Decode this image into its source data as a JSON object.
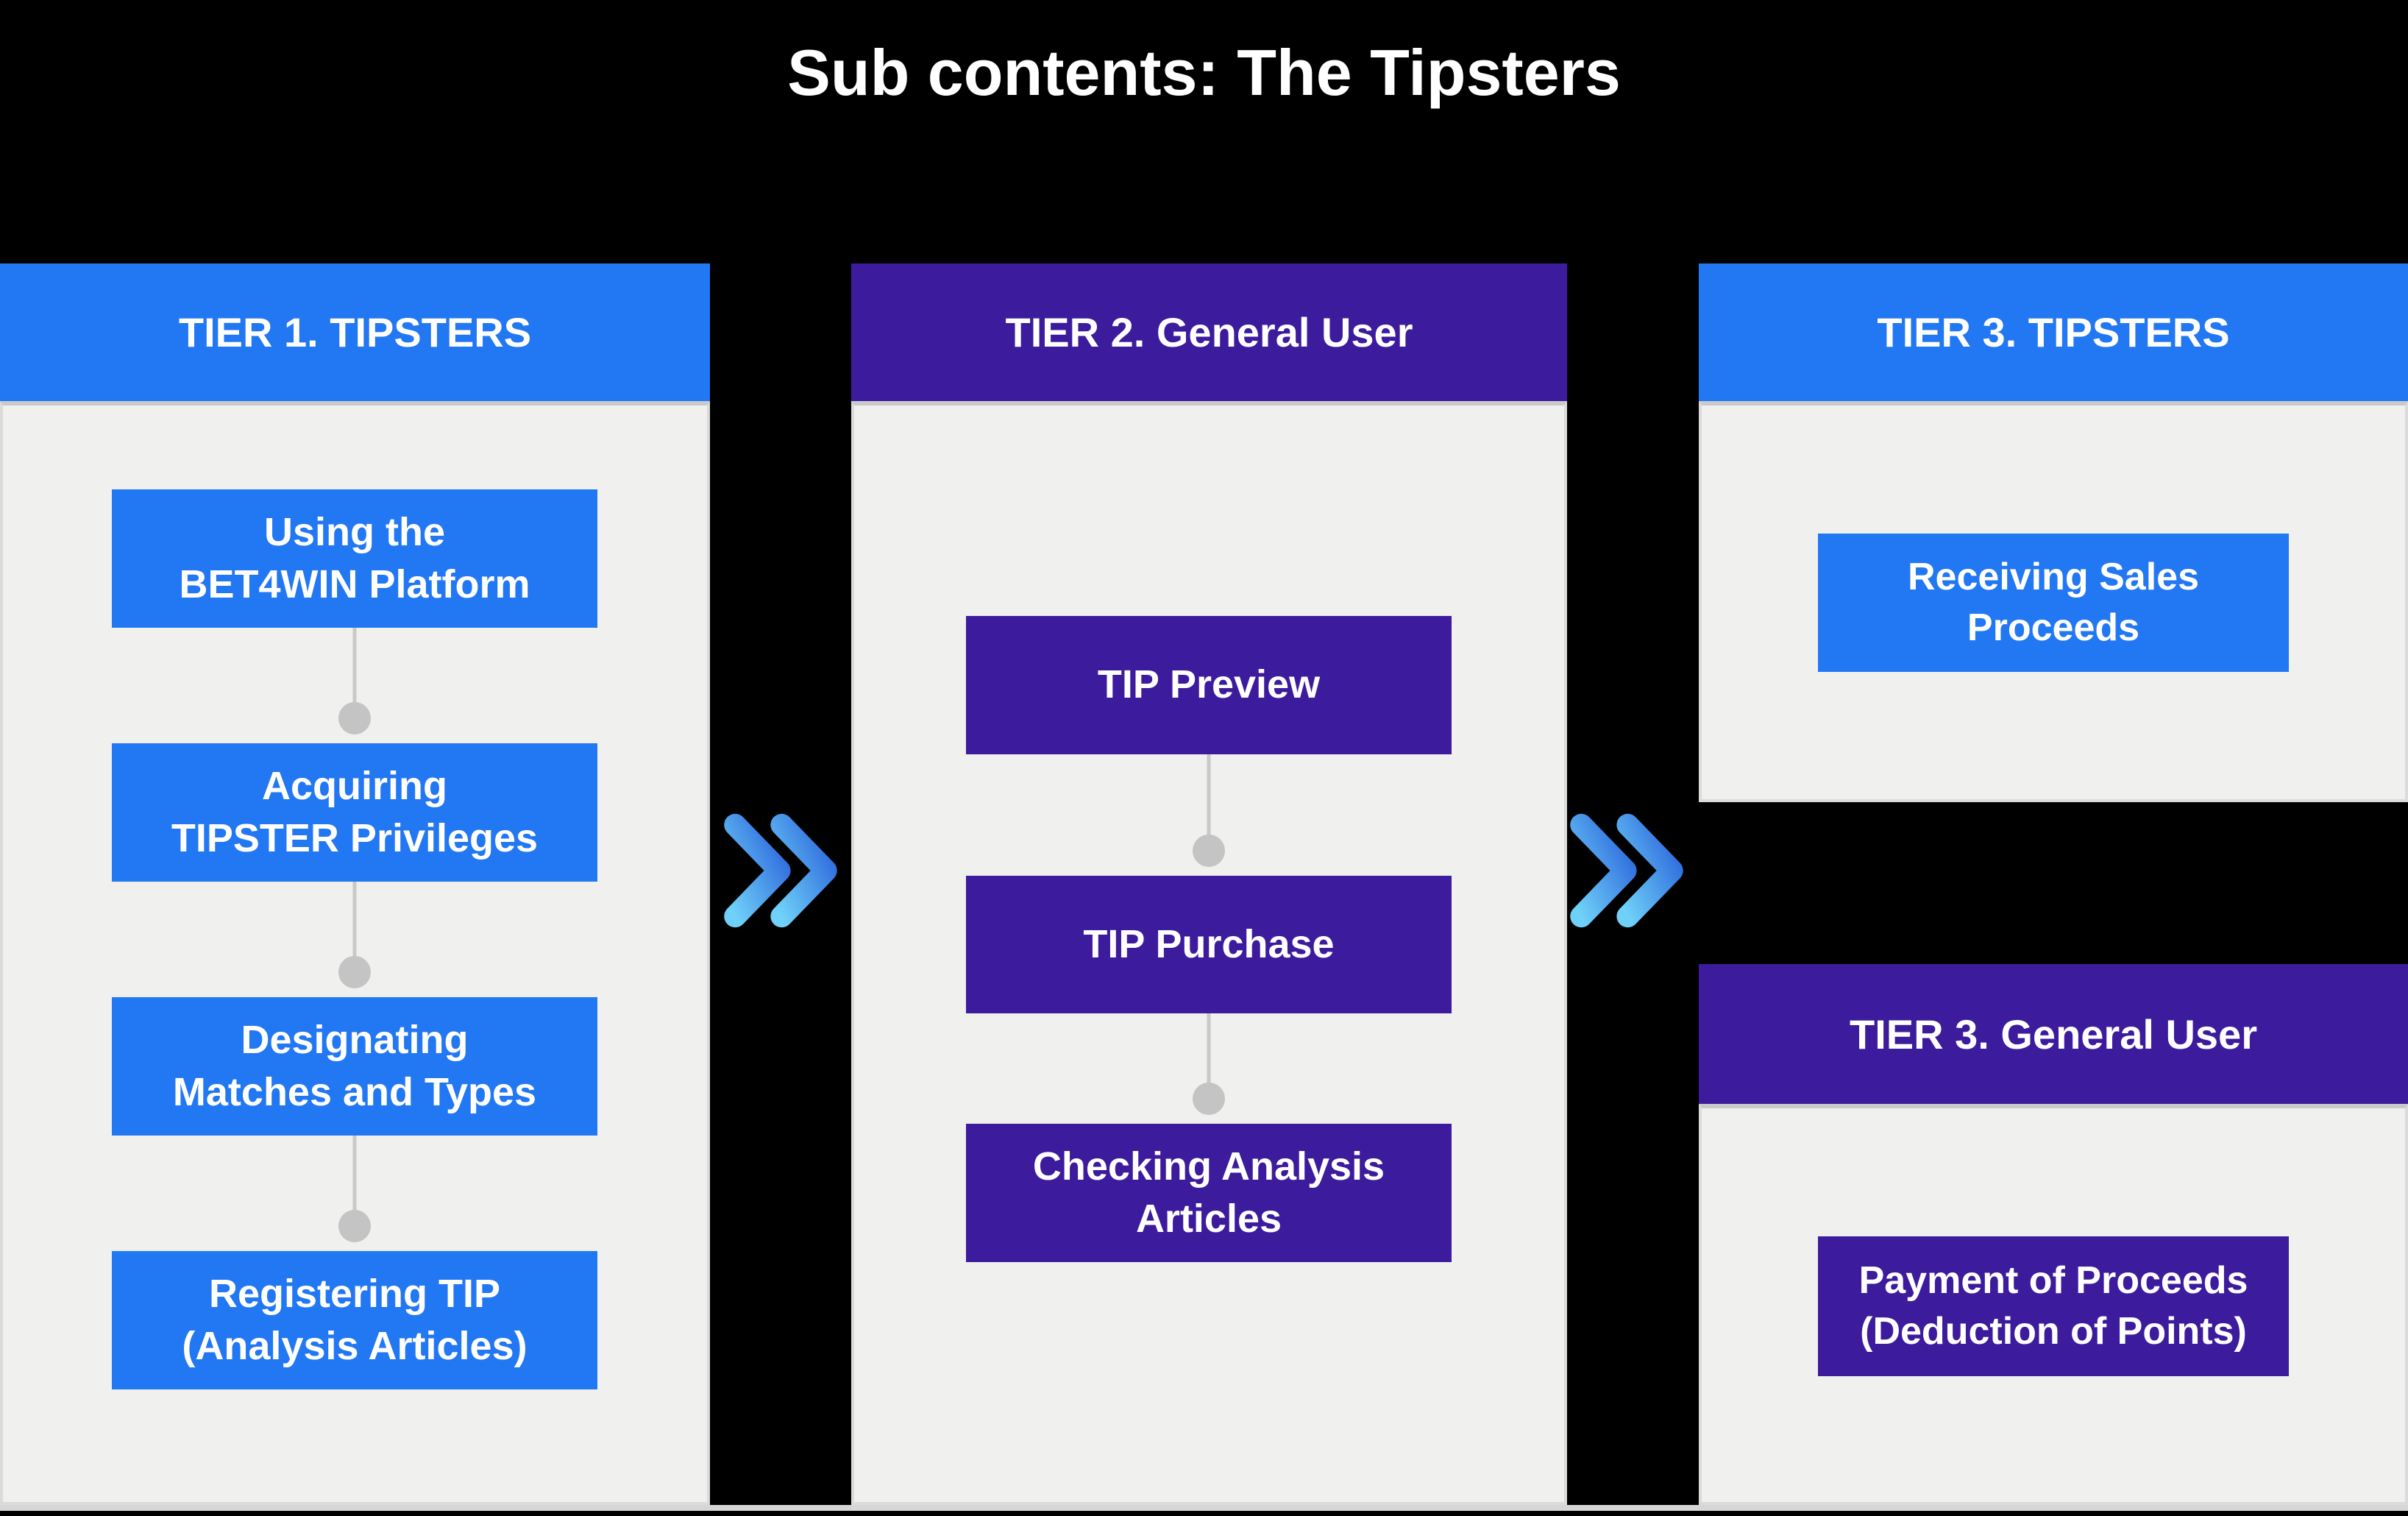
{
  "title": "Sub contents: The Tipsters",
  "colors": {
    "background": "#000000",
    "blue": "#2277F3",
    "purple": "#3D1B9D",
    "panel_background": "#F0F0EF",
    "panel_border": "#DBDBDB",
    "connector_gray": "#C4C4C4",
    "chevron_gradient_start": "#6FD1F8",
    "chevron_gradient_end": "#2A63DB",
    "text": "#FFFFFF"
  },
  "chevron": {
    "icon": "double-chevron-right-icon",
    "glyph": "»",
    "meaning": "flow to next tier"
  },
  "panels": {
    "tier1": {
      "header": "TIER 1. TIPSTERS",
      "theme": "blue",
      "steps": [
        {
          "label": "Using the\nBET4WIN Platform"
        },
        {
          "label": "Acquiring\nTIPSTER Privileges"
        },
        {
          "label": "Designating\nMatches and Types"
        },
        {
          "label": "Registering TIP\n(Analysis Articles)"
        }
      ]
    },
    "tier2": {
      "header": "TIER 2. General User",
      "theme": "purple",
      "steps": [
        {
          "label": "TIP Preview"
        },
        {
          "label": "TIP Purchase"
        },
        {
          "label": "Checking Analysis\nArticles"
        }
      ]
    },
    "tier3_tipsters": {
      "header": "TIER 3. TIPSTERS",
      "theme": "blue",
      "steps": [
        {
          "label": "Receiving Sales\nProceeds"
        }
      ]
    },
    "tier3_general": {
      "header": "TIER 3. General User",
      "theme": "purple",
      "steps": [
        {
          "label": "Payment of Proceeds\n(Deduction of Points)"
        }
      ]
    }
  }
}
